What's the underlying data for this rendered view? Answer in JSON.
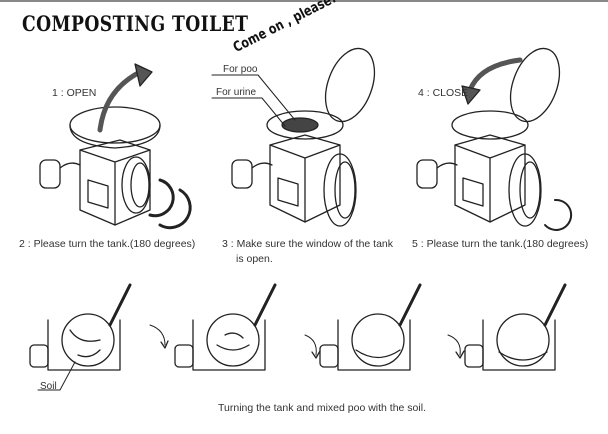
{
  "title": "COMPOSTING TOILET",
  "callout": "Come on , please!",
  "labels": {
    "for_poo": "For poo",
    "for_urine": "For urine",
    "soil": "Soil"
  },
  "steps": {
    "s1": "1 : OPEN",
    "s2": "2 : Please turn the tank.(180 degrees)",
    "s3a": "3 : Make sure the window of the tank",
    "s3b": "is open.",
    "s4": "4 : CLOSE",
    "s5": "5 : Please turn the tank.(180 degrees)"
  },
  "bottom_caption": "Turning the tank and mixed poo with the soil."
}
